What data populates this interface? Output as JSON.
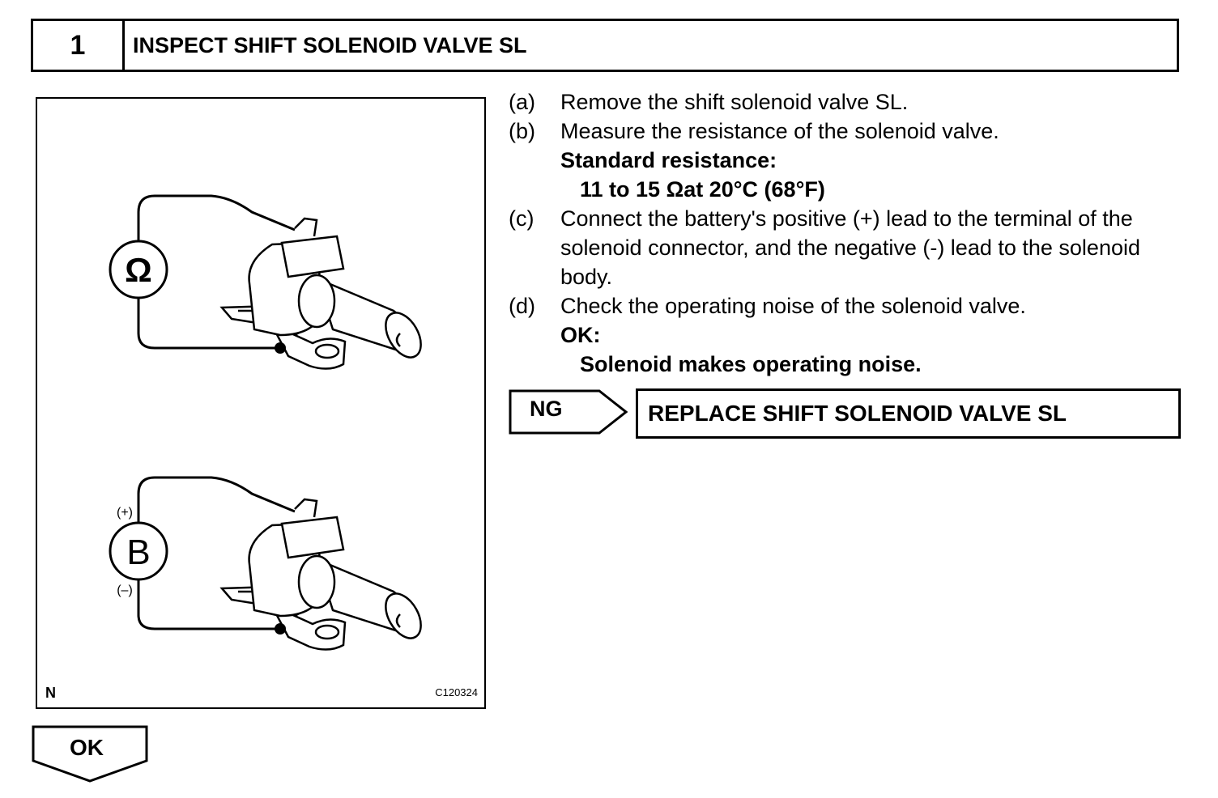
{
  "header": {
    "step_number": "1",
    "title": "INSPECT SHIFT SOLENOID VALVE SL"
  },
  "figure": {
    "ohmmeter_symbol": "Ω",
    "battery_symbol": "B",
    "positive_label": "(+)",
    "negative_label": "(–)",
    "corner_label": "N",
    "figure_code": "C120324"
  },
  "steps": [
    {
      "label": "(a)",
      "text": "Remove the shift solenoid valve SL."
    },
    {
      "label": "(b)",
      "text": "Measure the resistance of the solenoid valve."
    },
    {
      "label": "(c)",
      "text": "Connect the battery's positive (+) lead to the terminal of the solenoid connector, and the negative (-) lead to the solenoid body."
    },
    {
      "label": "(d)",
      "text": "Check the operating noise of the solenoid valve."
    }
  ],
  "spec_b": {
    "heading": "Standard resistance:",
    "value": "11 to 15 Ωat 20°C (68°F)"
  },
  "spec_d": {
    "heading": "OK:",
    "value": "Solenoid makes operating noise."
  },
  "ng_branch": {
    "label": "NG",
    "action": "REPLACE SHIFT SOLENOID VALVE SL"
  },
  "ok_branch": {
    "label": "OK"
  }
}
